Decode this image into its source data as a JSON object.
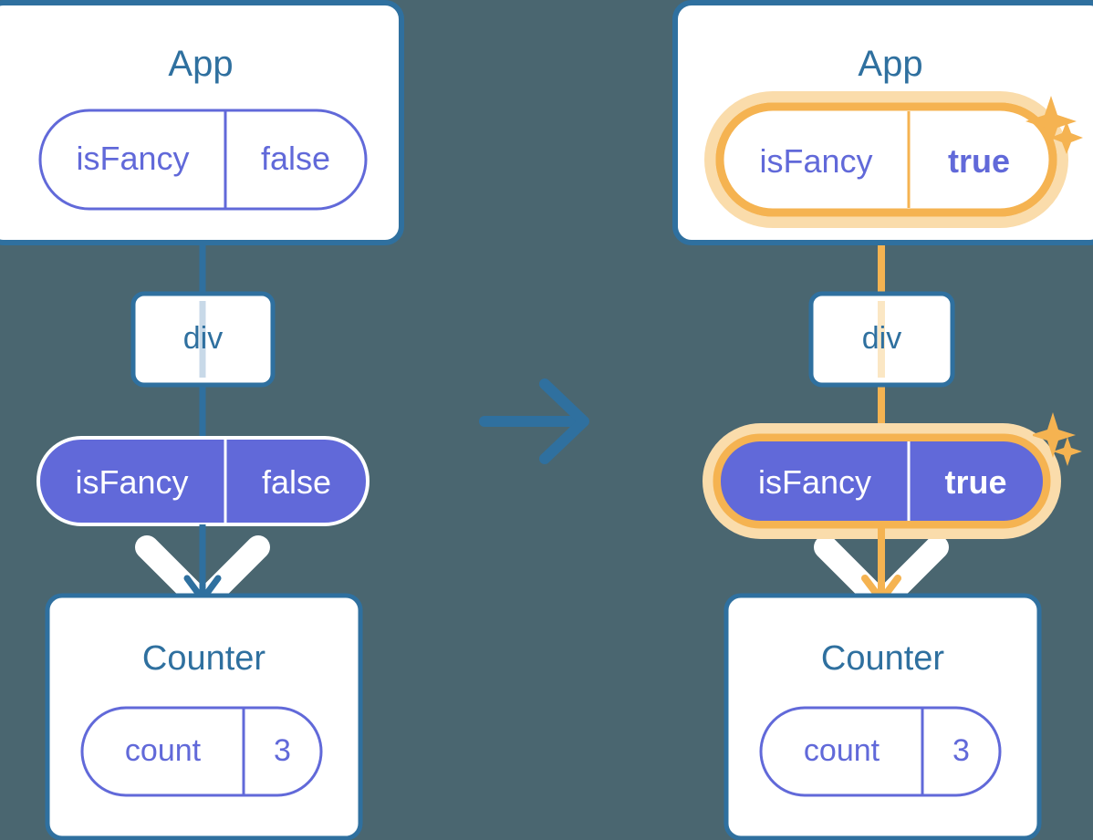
{
  "meta": {
    "title": "React state lifted to parent re-renders child",
    "background_color": "#4a6670"
  },
  "colors": {
    "box_border": "#2f709f",
    "box_fill": "#ffffff",
    "component_title": "#2f709f",
    "pill_stroke": "#6169d9",
    "pill_text": "#6169d9",
    "pill_filled": "#6169d9",
    "pill_filled_text": "#ffffff",
    "highlight": "#f5b351",
    "highlight_glow": "#fadcab",
    "wire": "#2f709f",
    "wire_faded": "#c8d9e8",
    "wire_highlight_faded": "#fbe7c4",
    "arrow_outline": "#ffffff",
    "transition_arrow": "#2f709f"
  },
  "panels": [
    {
      "id": "before",
      "highlighted": false,
      "app": {
        "title": "App",
        "state_pill": {
          "key": "isFancy",
          "value": "false",
          "style": "outline",
          "bold_value": false,
          "highlighted": false,
          "sparkles": false
        }
      },
      "div": {
        "title": "div"
      },
      "prop_pill": {
        "key": "isFancy",
        "value": "false",
        "style": "filled",
        "bold_value": false,
        "highlighted": false,
        "sparkles": false
      },
      "counter": {
        "title": "Counter",
        "state_pill": {
          "key": "count",
          "value": "3",
          "style": "outline",
          "bold_value": false,
          "highlighted": false,
          "sparkles": false
        }
      }
    },
    {
      "id": "after",
      "highlighted": true,
      "app": {
        "title": "App",
        "state_pill": {
          "key": "isFancy",
          "value": "true",
          "style": "outline",
          "bold_value": true,
          "highlighted": true,
          "sparkles": true
        }
      },
      "div": {
        "title": "div"
      },
      "prop_pill": {
        "key": "isFancy",
        "value": "true",
        "style": "filled",
        "bold_value": true,
        "highlighted": true,
        "sparkles": true
      },
      "counter": {
        "title": "Counter",
        "state_pill": {
          "key": "count",
          "value": "3",
          "style": "outline",
          "bold_value": false,
          "highlighted": false,
          "sparkles": false
        }
      }
    }
  ],
  "transition": {
    "icon": "arrow-right-icon",
    "label": ""
  }
}
